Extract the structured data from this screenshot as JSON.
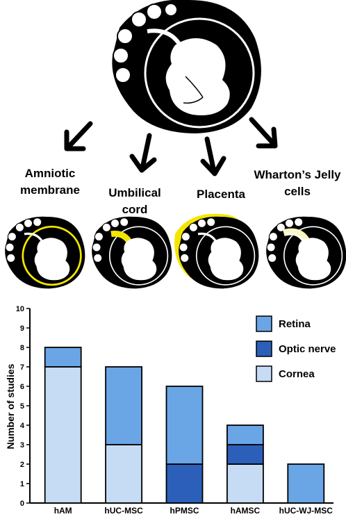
{
  "top_diagram": {
    "arrows": [
      "arrow-down-left",
      "arrow-down",
      "arrow-down",
      "arrow-down-right"
    ]
  },
  "sources": [
    {
      "line1": "Amniotic",
      "line2": "membrane",
      "highlight": "amnion",
      "color": "#f2e600"
    },
    {
      "line1": "Umbilical",
      "line2": "cord",
      "highlight": "cord",
      "color": "#f2e600"
    },
    {
      "line1": "Placenta",
      "line2": "",
      "highlight": "placenta",
      "color": "#f2e600"
    },
    {
      "line1": "Wharton’s Jelly",
      "line2": "cells",
      "highlight": "wharton",
      "color": "#fbf7c0"
    }
  ],
  "chart_data": {
    "type": "bar",
    "stacked": true,
    "categories": [
      "hAM",
      "hUC-MSC",
      "hPMSC",
      "hAMSC",
      "hUC-WJ-MSC"
    ],
    "series": [
      {
        "name": "Cornea",
        "color": "#c6dcf5",
        "values": [
          7,
          3,
          0,
          2,
          0
        ]
      },
      {
        "name": "Optic nerve",
        "color": "#2b5fb9",
        "values": [
          0,
          0,
          2,
          1,
          0
        ]
      },
      {
        "name": "Retina",
        "color": "#6aa5e6",
        "values": [
          1,
          4,
          4,
          1,
          2
        ]
      }
    ],
    "legend_order": [
      "Retina",
      "Optic nerve",
      "Cornea"
    ],
    "legend_position": "top-right",
    "ylabel": "Number of studies",
    "xlabel": "",
    "ylim": [
      0,
      10
    ],
    "yticks": [
      "0",
      "1",
      "2",
      "3",
      "4",
      "5",
      "6",
      "7",
      "8",
      "9",
      "10"
    ],
    "grid": false
  }
}
